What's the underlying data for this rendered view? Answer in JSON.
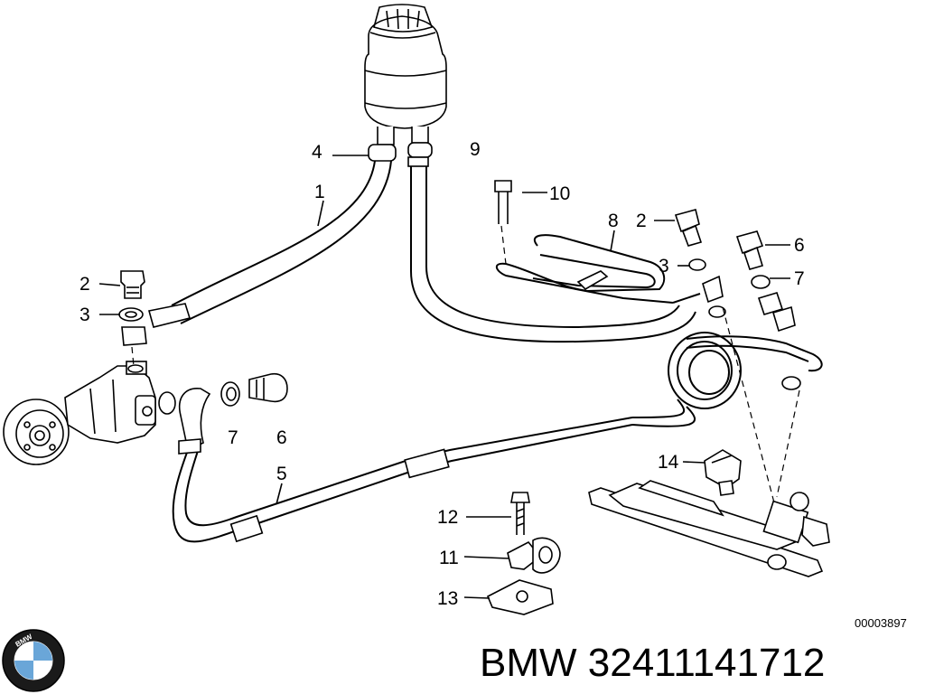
{
  "callouts": {
    "c1": "1",
    "c2a": "2",
    "c2b": "2",
    "c3a": "3",
    "c3b": "3",
    "c4": "4",
    "c5": "5",
    "c6a": "6",
    "c6b": "6",
    "c7a": "7",
    "c7b": "7",
    "c8": "8",
    "c9": "9",
    "c10": "10",
    "c11": "11",
    "c12": "12",
    "c13": "13",
    "c14": "14"
  },
  "diagram_number": "00003897",
  "brand": {
    "logo_text": "BMW",
    "title": "BMW 32411141712"
  }
}
